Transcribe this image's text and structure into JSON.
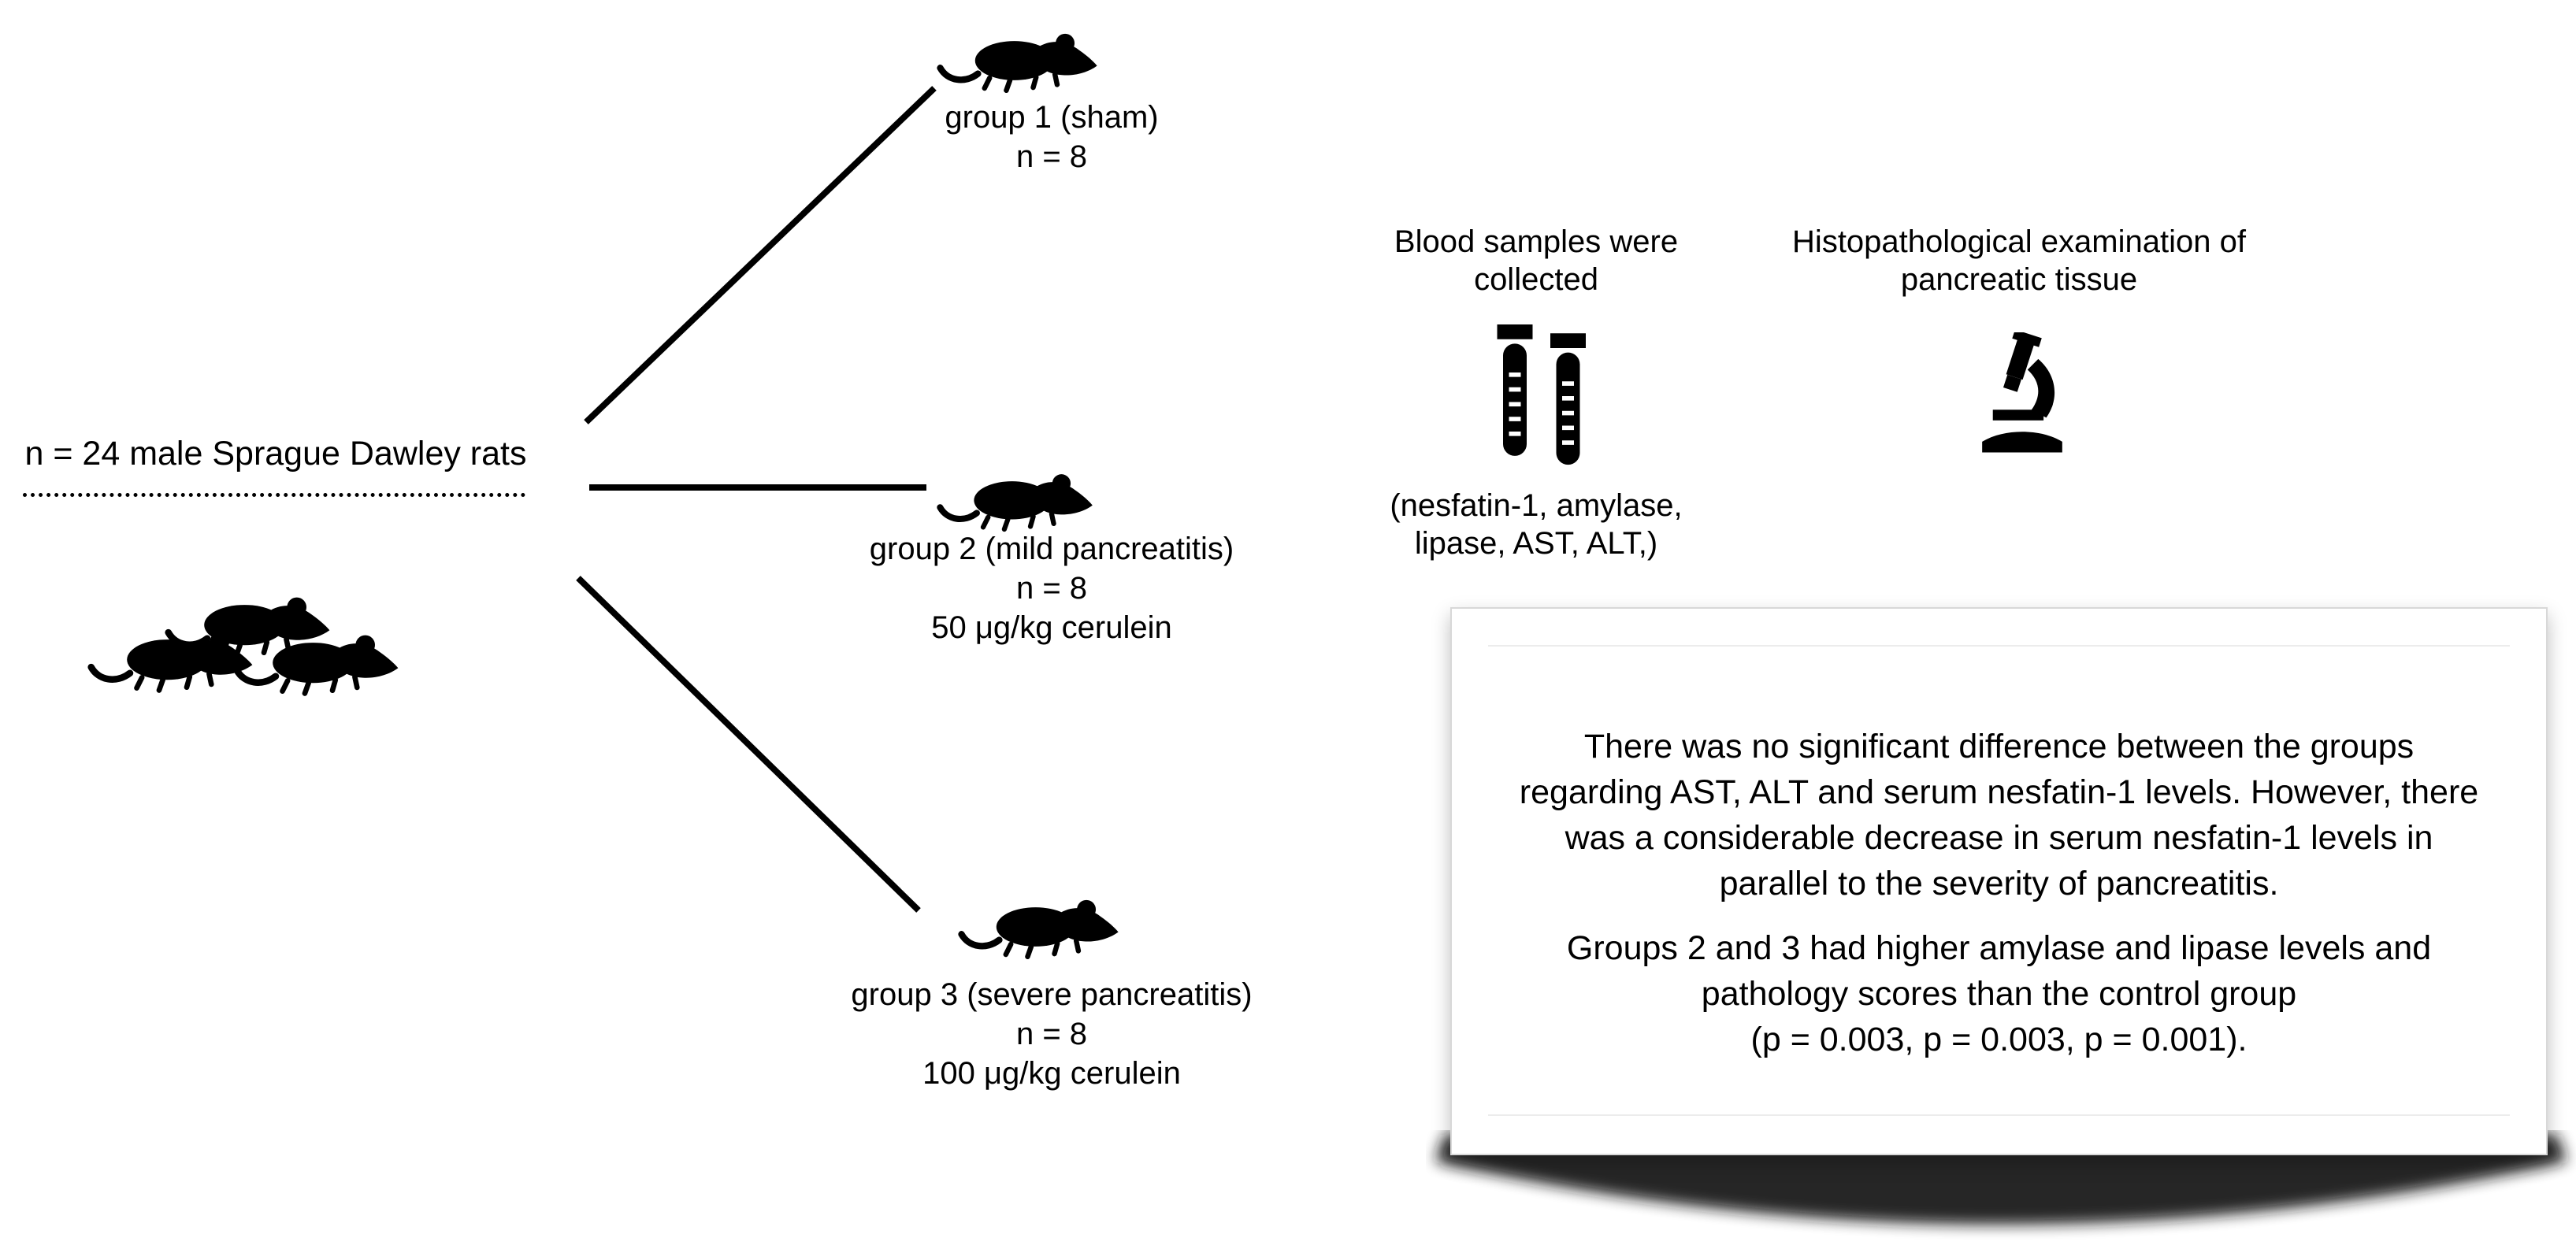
{
  "cohort": {
    "label": "n = 24 male Sprague Dawley rats"
  },
  "groups": [
    {
      "name": "group 1 (sham)",
      "n": "n = 8"
    },
    {
      "name": "group 2 (mild pancreatitis)",
      "n": "n = 8",
      "dose": "50 μg/kg cerulein"
    },
    {
      "name": "group 3 (severe pancreatitis)",
      "n": "n = 8",
      "dose": "100 μg/kg cerulein"
    }
  ],
  "blood": {
    "title_lines": [
      "Blood samples were",
      "collected"
    ],
    "detail_lines": [
      "(nesfatin-1, amylase,",
      "lipase, AST, ALT,)"
    ]
  },
  "histology": {
    "title_lines": [
      "Histopathological examination of",
      "pancreatic tissue"
    ]
  },
  "results": {
    "p1": [
      "There was no significant difference between the groups",
      "regarding AST, ALT and serum nesfatin-1 levels. However, there",
      "was a considerable decrease in serum nesfatin-1 levels in",
      "parallel to the severity of pancreatitis."
    ],
    "p2": [
      "Groups 2 and 3 had higher amylase and lipase levels and",
      "pathology scores than the control group",
      "(p = 0.003, p = 0.003, p = 0.001)."
    ]
  },
  "icons": {
    "rat": "rat-silhouette",
    "test_tubes": "two-test-tubes",
    "microscope": "microscope-silhouette"
  },
  "colors": {
    "ink": "#000000",
    "background": "#ffffff",
    "box_border": "#d8d8d8",
    "inner_rule": "#ececec",
    "shadow": "#141414"
  }
}
